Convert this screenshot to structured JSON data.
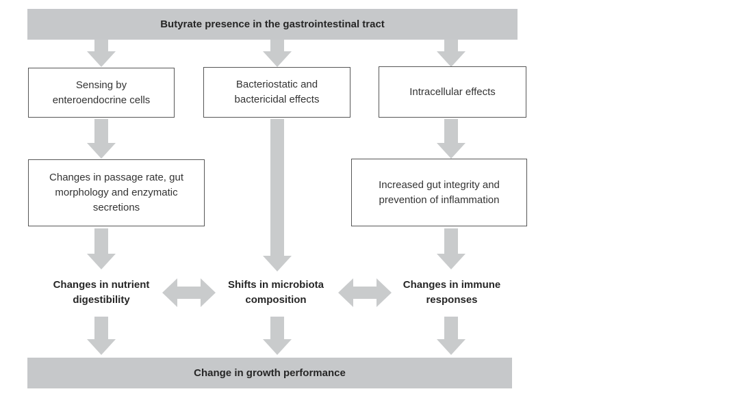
{
  "diagram": {
    "type": "flowchart",
    "top_banner": "Butyrate presence in the gastrointestinal tract",
    "bottom_banner": "Change in growth performance",
    "boxes": {
      "sensing": {
        "lines": [
          "Sensing by",
          "enteroendocrine cells"
        ]
      },
      "bacteriostatic": {
        "lines": [
          "Bacteriostatic and",
          "bactericidal effects"
        ]
      },
      "intracellular": {
        "lines": [
          "Intracellular effects"
        ]
      },
      "passage": {
        "lines": [
          "Changes in passage rate, gut",
          "morphology and enzymatic",
          "secretions"
        ]
      },
      "integrity": {
        "lines": [
          "Increased gut integrity and",
          "prevention of inflammation"
        ]
      }
    },
    "labels": {
      "digestibility": {
        "lines": [
          "Changes in nutrient",
          "digestibility"
        ]
      },
      "microbiota": {
        "lines": [
          "Shifts in microbiota",
          "composition"
        ]
      },
      "immune": {
        "lines": [
          "Changes in immune",
          "responses"
        ]
      }
    },
    "arrows": {
      "down_count": 9,
      "double_headed_count": 2
    }
  },
  "colors": {
    "banner_gray": "#c6c8ca",
    "arrow_gray": "#c9cbcc",
    "box_border": "#555555",
    "text_dark": "#262626"
  }
}
